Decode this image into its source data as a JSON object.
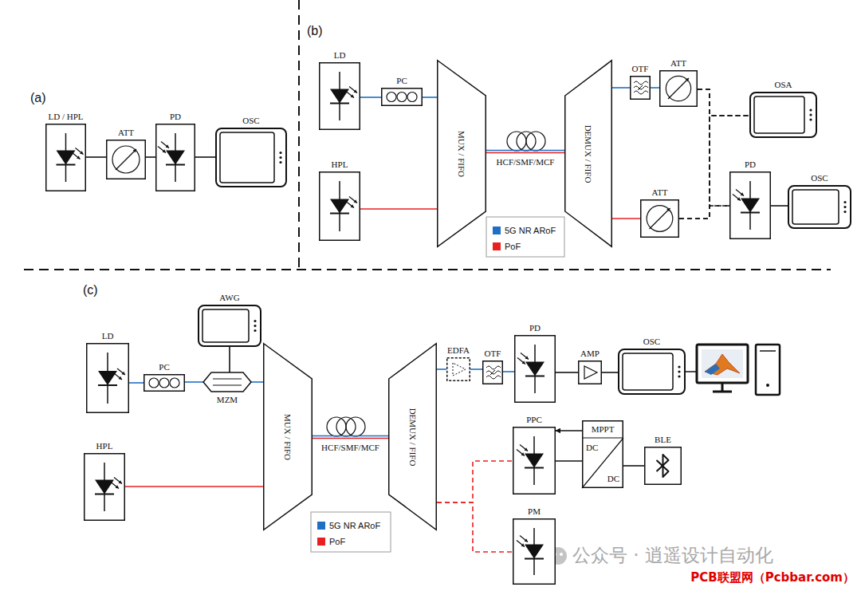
{
  "diagram": {
    "nodes": [
      {
        "text": [
          "LD / HPL"
        ]
      },
      {
        "text": [
          "ATT"
        ]
      },
      {
        "text": [
          "PD"
        ]
      },
      {
        "text": [
          "OSC"
        ]
      },
      {
        "text": [
          "LD"
        ]
      },
      {
        "text": [
          "PC"
        ]
      },
      {
        "text": [
          "MUX / FIFO"
        ]
      },
      {
        "text": [
          "HPL"
        ]
      },
      {
        "text": [
          "DEMUX / FIFO"
        ]
      },
      {
        "text": [
          "OTF"
        ]
      },
      {
        "text": [
          "ATT"
        ]
      },
      {
        "text": [
          "OSA"
        ]
      },
      {
        "text": [
          "ATT"
        ]
      },
      {
        "text": [
          "PD"
        ]
      },
      {
        "text": [
          "OSC"
        ]
      },
      {
        "text": [
          "LD"
        ]
      },
      {
        "text": [
          "PC"
        ]
      },
      {
        "text": [
          "AWG"
        ]
      },
      {
        "text": [
          "MZM"
        ]
      },
      {
        "text": [
          "MUX / FIFO"
        ]
      },
      {
        "text": [
          "HPL"
        ]
      },
      {
        "text": [
          "DEMUX / FIFO"
        ]
      },
      {
        "text": [
          "EDFA"
        ]
      },
      {
        "text": [
          "OTF"
        ]
      },
      {
        "text": [
          "PD"
        ]
      },
      {
        "text": [
          "AMP"
        ]
      },
      {
        "text": [
          "OSC"
        ]
      },
      {
        "text": [
          "PPC"
        ]
      },
      {
        "text": [
          "MPPT",
          "DC",
          "DC"
        ]
      },
      {
        "text": [
          "BLE"
        ]
      },
      {
        "text": [
          "PM"
        ]
      }
    ],
    "edges": [
      {
        "from": 0,
        "to": 1,
        "arrow": "none"
      },
      {
        "from": 1,
        "to": 2,
        "arrow": "none"
      },
      {
        "from": 2,
        "to": 3,
        "arrow": "none"
      },
      {
        "from": 4,
        "to": 5,
        "arrow": "none"
      },
      {
        "from": 5,
        "to": 6,
        "arrow": "none"
      },
      {
        "from": 7,
        "to": 6,
        "arrow": "none"
      },
      {
        "from": 6,
        "to": 8,
        "label": "HCF/SMF/MCF",
        "arrow": "none"
      },
      {
        "from": 8,
        "to": 9,
        "arrow": "none"
      },
      {
        "from": 9,
        "to": 10,
        "arrow": "none"
      },
      {
        "from": 8,
        "to": 12,
        "arrow": "none"
      },
      {
        "from": 10,
        "to": 11,
        "arrow": "none"
      },
      {
        "from": 10,
        "to": 13,
        "arrow": "none"
      },
      {
        "from": 12,
        "to": 11,
        "arrow": "none"
      },
      {
        "from": 12,
        "to": 13,
        "arrow": "none"
      },
      {
        "from": 13,
        "to": 14,
        "arrow": "none"
      },
      {
        "from": 15,
        "to": 16,
        "arrow": "none"
      },
      {
        "from": 16,
        "to": 18,
        "arrow": "none"
      },
      {
        "from": 17,
        "to": 18,
        "arrow": "none"
      },
      {
        "from": 18,
        "to": 19,
        "arrow": "none"
      },
      {
        "from": 20,
        "to": 19,
        "arrow": "none"
      },
      {
        "from": 19,
        "to": 21,
        "label": "HCF/SMF/MCF",
        "arrow": "none"
      },
      {
        "from": 21,
        "to": 22,
        "arrow": "none"
      },
      {
        "from": 22,
        "to": 23,
        "arrow": "none"
      },
      {
        "from": 23,
        "to": 24,
        "arrow": "none"
      },
      {
        "from": 24,
        "to": 25,
        "arrow": "none"
      },
      {
        "from": 25,
        "to": 26,
        "arrow": "none"
      },
      {
        "from": 21,
        "to": 27,
        "arrow": "none"
      },
      {
        "from": 21,
        "to": 30,
        "arrow": "none"
      },
      {
        "from": 28,
        "to": 27,
        "arrow": "to"
      },
      {
        "from": 27,
        "to": 28,
        "arrow": "none"
      },
      {
        "from": 28,
        "to": 29,
        "arrow": "none"
      }
    ],
    "labels": [
      "(a)",
      "(b)",
      "(c)",
      "公众号 · 逍遥设计自动化",
      "PCB联盟网（Pcbbar.com）"
    ],
    "legend": [
      {
        "text": "5G NR ARoF",
        "color": "#1f6fc5"
      },
      {
        "text": "PoF",
        "color": "#e82020"
      },
      {
        "text": "5G NR ARoF",
        "color": "#1f6fc5"
      },
      {
        "text": "PoF",
        "color": "#e82020"
      }
    ]
  }
}
